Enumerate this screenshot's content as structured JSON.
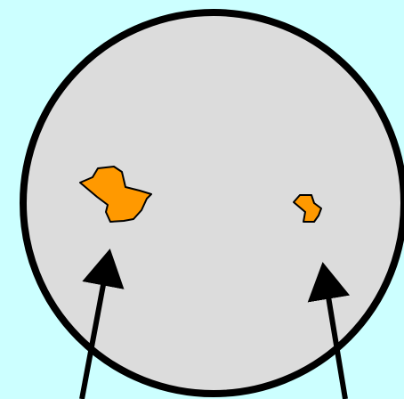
{
  "colors": {
    "background": "#CCFFFF",
    "circle_fill": "#DCDCDC",
    "circle_stroke": "#000000",
    "blob_fill": "#FF9900",
    "blob_stroke": "#000000",
    "arrow": "#000000"
  },
  "diagram": {
    "shapes": [
      "large-circle",
      "orange-blob-left",
      "orange-blob-right"
    ],
    "arrows": [
      "arrow-left-pointing-up",
      "arrow-right-pointing-up"
    ],
    "labels": []
  }
}
